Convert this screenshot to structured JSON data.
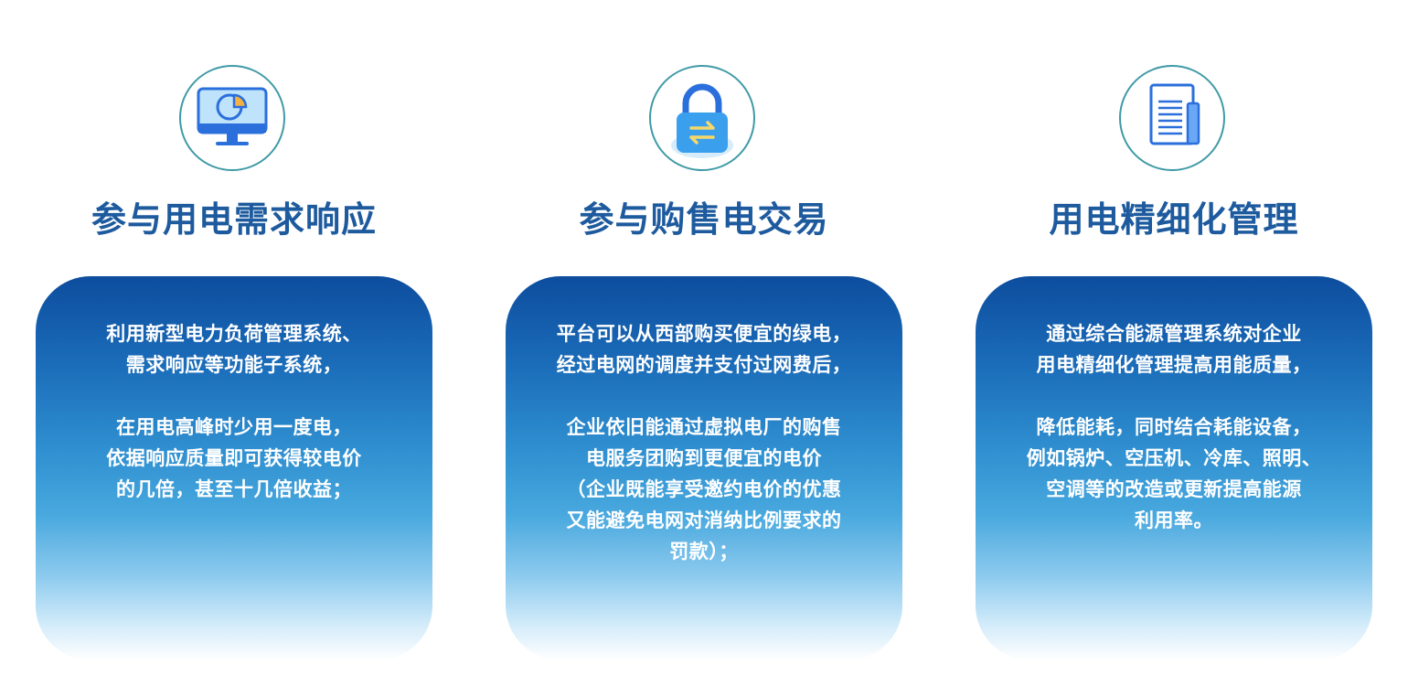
{
  "colors": {
    "heading": "#1d5a9e",
    "card_top": "#0d4d9e",
    "card_mid": "#48a8de",
    "card_bottom": "#ffffff",
    "circle_border": "#3f9aa6",
    "icon_blue": "#2a6fdb",
    "icon_orange": "#f5b040",
    "icon_light_blue": "#bfe3fb"
  },
  "columns": [
    {
      "icon": "monitor-pie-chart-icon",
      "title": "参与用电需求响应",
      "paragraphs": [
        [
          "利用新型电力负荷管理系统、",
          "需求响应等功能子系统，"
        ],
        [
          "在用电高峰时少用一度电，",
          "依据响应质量即可获得较电价",
          "的几倍，甚至十几倍收益；"
        ]
      ]
    },
    {
      "icon": "padlock-exchange-icon",
      "title": "参与购售电交易",
      "paragraphs": [
        [
          "平台可以从西部购买便宜的绿电，",
          "经过电网的调度并支付过网费后，"
        ],
        [
          "企业依旧能通过虚拟电厂的购售",
          "电服务团购到更便宜的电价",
          "（企业既能享受邀约电价的优惠",
          "又能避免电网对消纳比例要求的",
          "罚款）；"
        ]
      ]
    },
    {
      "icon": "document-icon",
      "title": "用电精细化管理",
      "paragraphs": [
        [
          "通过综合能源管理系统对企业",
          "用电精细化管理提高用能质量，"
        ],
        [
          "降低能耗，同时结合耗能设备，",
          "例如锅炉、空压机、冷库、照明、",
          "空调等的改造或更新提高能源",
          "利用率。"
        ]
      ]
    }
  ]
}
